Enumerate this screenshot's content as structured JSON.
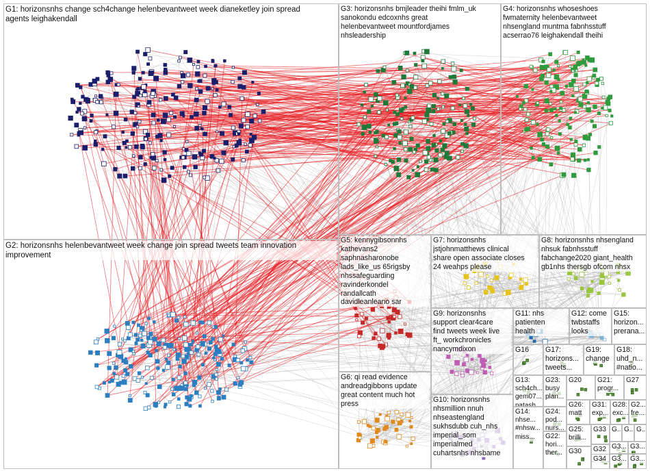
{
  "figure": {
    "groups": [
      {
        "id": "G1",
        "label": "G1: horizonsnhs change sch4change helenbevantweet week dianeketley join spread\nagents leighakendall"
      },
      {
        "id": "G2",
        "label": "G2: horizonsnhs helenbevantweet week change join spread tweets team innovation\nimprovement"
      },
      {
        "id": "G3",
        "label": "G3: horizonsnhs bmjleader theihi fmlm_uk\nsanokondu edcoxnhs great\nhelenbevantweet mountfordjames\nnhsleadership"
      },
      {
        "id": "G4",
        "label": "G4: horizonsnhs whoseshoes\nfwmaternity helenbevantweet\nnhsengland muntma fabnhsstuff\nacserrao76 leighakendall theihi"
      },
      {
        "id": "G5",
        "label": "G5: kennygibsonnhs\nkathevans2\nsaphnasharonobe\nlads_like_us 65rigsby\nnhssafeguarding\nravinderkondel\nrandallcath\ndavidleanleano sar"
      },
      {
        "id": "G6",
        "label": "G6: qi read evidence\nandreadgibbons update\ngreat content much hot\npress"
      },
      {
        "id": "G7",
        "label": "G7: horizonsnhs\njstjohnmatthews clinical\nshare open associate closes\n24 weahps please"
      },
      {
        "id": "G8",
        "label": "G8: horizonsnhs nhsengland\nnhsuk fabnhsstuff\nfabchange2020 giant_health\ngb1nhs thersgb ofcom nhsx"
      },
      {
        "id": "G9",
        "label": "G9: horizonsnhs\nsupport clear4care\nfind tweets week live\nft_ workchronicles\nnancymdixon"
      },
      {
        "id": "G10",
        "label": "G10: horizonsnhs\nnhsmillion nnuh\nnhseastengland\nsukhsdubb cuh_nhs\nimperial_som\nimperialmed\ncuhartsnhs nhsbame"
      },
      {
        "id": "G11",
        "label": "G11: nhs\npatienten\nhealth"
      },
      {
        "id": "G12",
        "label": "G12: come\ntwbstaffs\nlooks"
      },
      {
        "id": "G15",
        "label": "G15:\nhorizon...\nprerana..."
      },
      {
        "id": "G16",
        "label": "G16"
      },
      {
        "id": "G17",
        "label": "G17:\nhorizons...\ntweets..."
      },
      {
        "id": "G19",
        "label": "G19:\nchange"
      },
      {
        "id": "G18",
        "label": "G18:\nuhd_n...\n#natio..."
      },
      {
        "id": "G13",
        "label": "G13:\nsch4ch...\ngem07...\nnatash..."
      },
      {
        "id": "G23",
        "label": "G23:\nbusy\nplan..."
      },
      {
        "id": "G20",
        "label": "G20"
      },
      {
        "id": "G21",
        "label": "G21:\nprogr..."
      },
      {
        "id": "G27",
        "label": "G27"
      },
      {
        "id": "G24",
        "label": "G24:\npod...\nnurs..."
      },
      {
        "id": "G26",
        "label": "G26:\nmatt"
      },
      {
        "id": "G31",
        "label": "G31:\nexp..."
      },
      {
        "id": "G28",
        "label": "G28:\nexc..."
      },
      {
        "id": "G2x",
        "label": "G2...\nfre..."
      },
      {
        "id": "G14",
        "label": "G14:\nnhse...\n#nhsw...\nmiss..."
      },
      {
        "id": "G25",
        "label": "G25:\nbrilli..."
      },
      {
        "id": "G33",
        "label": "G33"
      },
      {
        "id": "G22",
        "label": "G22:\nhori...\nther..."
      },
      {
        "id": "G30",
        "label": "G30"
      },
      {
        "id": "G32",
        "label": "G32"
      },
      {
        "id": "G3a",
        "label": "G3..."
      },
      {
        "id": "G3b",
        "label": "G3..."
      },
      {
        "id": "G34",
        "label": "G34"
      },
      {
        "id": "G3c",
        "label": "G3..."
      },
      {
        "id": "G3d",
        "label": "G3..."
      },
      {
        "id": "Gx1",
        "label": "G..."
      },
      {
        "id": "Gx2",
        "label": "G..."
      },
      {
        "id": "Gx3",
        "label": "G..."
      }
    ],
    "colors": {
      "background": "#ffffff",
      "border": "#bdbdbd",
      "edge_light": "#a9a9a9",
      "edge_inter": "#e8161b",
      "G1_nodes": "#1b1f6b",
      "G2_nodes": "#2b7fc1",
      "G3_nodes": "#1f7a3a",
      "G4_nodes": "#2e9b3d",
      "G5_nodes": "#c62828",
      "G6_nodes": "#e08a1e",
      "G7_nodes": "#e6c31a",
      "G8_nodes": "#9bc53d",
      "G9_nodes": "#c05cb5",
      "G10_nodes": "#8e6bb8",
      "G11_nodes": "#1a6fb5",
      "G12_nodes": "#7ab3d9",
      "small_groups": "#5a8f3a"
    }
  }
}
